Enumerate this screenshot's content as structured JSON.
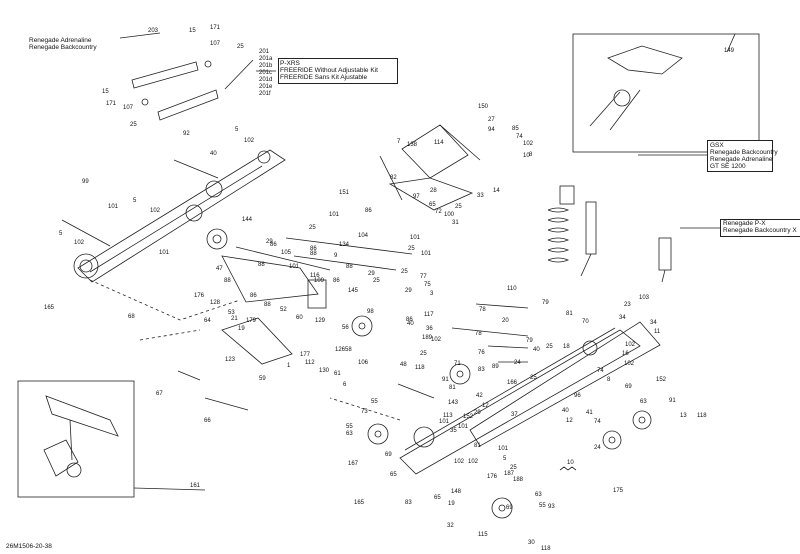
{
  "notes": {
    "top_left": [
      "Renegade Adrenaline",
      "Renegade Backcountry"
    ],
    "variants": [
      "P-XRS",
      "FREERIDE Without Adjustable Kit",
      "FREERIDE Sans Kit Ajustable"
    ],
    "variant_refs": [
      "201",
      "201a",
      "201b",
      "201c",
      "201d",
      "201e",
      "201f"
    ],
    "gsx": [
      "GSX",
      "Renegade Backcountry",
      "Renegade Adrenaline",
      "GT SE 1200"
    ],
    "right": [
      "Renegade P-X",
      "Renegade Backcountry X"
    ]
  },
  "reference_code": "26M1506-20-38",
  "callouts": [
    [
      "203",
      0.185,
      0.058
    ],
    [
      "171",
      0.262,
      0.052
    ],
    [
      "15",
      0.236,
      0.058
    ],
    [
      "107",
      0.262,
      0.081
    ],
    [
      "25",
      0.296,
      0.087
    ],
    [
      "15",
      0.127,
      0.168
    ],
    [
      "171",
      0.132,
      0.189
    ],
    [
      "107",
      0.154,
      0.197
    ],
    [
      "25",
      0.162,
      0.228
    ],
    [
      "149",
      0.905,
      0.094
    ],
    [
      "150",
      0.598,
      0.195
    ],
    [
      "7",
      0.496,
      0.258
    ],
    [
      "138",
      0.509,
      0.264
    ],
    [
      "114",
      0.543,
      0.26
    ],
    [
      "27",
      0.61,
      0.218
    ],
    [
      "94",
      0.61,
      0.236
    ],
    [
      "85",
      0.64,
      0.235
    ],
    [
      "74",
      0.645,
      0.249
    ],
    [
      "102",
      0.654,
      0.262
    ],
    [
      "10",
      0.654,
      0.283
    ],
    [
      "8",
      0.661,
      0.281
    ],
    [
      "92",
      0.229,
      0.244
    ],
    [
      "5",
      0.294,
      0.237
    ],
    [
      "102",
      0.305,
      0.256
    ],
    [
      "40",
      0.263,
      0.28
    ],
    [
      "82",
      0.488,
      0.323
    ],
    [
      "28",
      0.538,
      0.347
    ],
    [
      "97",
      0.516,
      0.357
    ],
    [
      "65",
      0.536,
      0.371
    ],
    [
      "72",
      0.544,
      0.385
    ],
    [
      "25",
      0.569,
      0.376
    ],
    [
      "100",
      0.555,
      0.39
    ],
    [
      "33",
      0.596,
      0.355
    ],
    [
      "14",
      0.616,
      0.346
    ],
    [
      "31",
      0.565,
      0.404
    ],
    [
      "99",
      0.103,
      0.331
    ],
    [
      "101",
      0.135,
      0.376
    ],
    [
      "5",
      0.166,
      0.364
    ],
    [
      "102",
      0.187,
      0.383
    ],
    [
      "5",
      0.074,
      0.424
    ],
    [
      "102",
      0.093,
      0.44
    ],
    [
      "101",
      0.199,
      0.459
    ],
    [
      "165",
      0.055,
      0.557
    ],
    [
      "68",
      0.16,
      0.574
    ],
    [
      "151",
      0.424,
      0.351
    ],
    [
      "101",
      0.411,
      0.39
    ],
    [
      "144",
      0.302,
      0.399
    ],
    [
      "86",
      0.456,
      0.383
    ],
    [
      "104",
      0.448,
      0.427
    ],
    [
      "25",
      0.386,
      0.413
    ],
    [
      "29",
      0.333,
      0.438
    ],
    [
      "86",
      0.337,
      0.444
    ],
    [
      "134",
      0.424,
      0.444
    ],
    [
      "86",
      0.388,
      0.452
    ],
    [
      "105",
      0.351,
      0.458
    ],
    [
      "88",
      0.387,
      0.461
    ],
    [
      "9",
      0.418,
      0.463
    ],
    [
      "101",
      0.513,
      0.431
    ],
    [
      "25",
      0.51,
      0.451
    ],
    [
      "101",
      0.526,
      0.461
    ],
    [
      "47",
      0.27,
      0.488
    ],
    [
      "88",
      0.322,
      0.48
    ],
    [
      "101",
      0.361,
      0.483
    ],
    [
      "88",
      0.433,
      0.483
    ],
    [
      "29",
      0.46,
      0.496
    ],
    [
      "25",
      0.466,
      0.509
    ],
    [
      "25",
      0.501,
      0.493
    ],
    [
      "77",
      0.525,
      0.501
    ],
    [
      "75",
      0.53,
      0.516
    ],
    [
      "3",
      0.538,
      0.532
    ],
    [
      "116",
      0.388,
      0.5
    ],
    [
      "109",
      0.393,
      0.509
    ],
    [
      "86",
      0.416,
      0.509
    ],
    [
      "145",
      0.435,
      0.527
    ],
    [
      "29",
      0.506,
      0.527
    ],
    [
      "176",
      0.243,
      0.537
    ],
    [
      "88",
      0.28,
      0.509
    ],
    [
      "128",
      0.262,
      0.549
    ],
    [
      "88",
      0.33,
      0.553
    ],
    [
      "86",
      0.313,
      0.537
    ],
    [
      "64",
      0.255,
      0.581
    ],
    [
      "53",
      0.285,
      0.567
    ],
    [
      "21",
      0.289,
      0.578
    ],
    [
      "19",
      0.297,
      0.595
    ],
    [
      "179",
      0.308,
      0.581
    ],
    [
      "52",
      0.35,
      0.562
    ],
    [
      "60",
      0.37,
      0.576
    ],
    [
      "129",
      0.394,
      0.581
    ],
    [
      "56",
      0.427,
      0.594
    ],
    [
      "98",
      0.459,
      0.565
    ],
    [
      "86",
      0.508,
      0.58
    ],
    [
      "117",
      0.53,
      0.57
    ],
    [
      "40",
      0.509,
      0.586
    ],
    [
      "36",
      0.533,
      0.596
    ],
    [
      "189",
      0.527,
      0.612
    ],
    [
      "102",
      0.539,
      0.615
    ],
    [
      "58",
      0.431,
      0.633
    ],
    [
      "106",
      0.448,
      0.657
    ],
    [
      "48",
      0.5,
      0.66
    ],
    [
      "25",
      0.525,
      0.64
    ],
    [
      "118",
      0.519,
      0.666
    ],
    [
      "123",
      0.281,
      0.651
    ],
    [
      "177",
      0.375,
      0.643
    ],
    [
      "126",
      0.419,
      0.634
    ],
    [
      "112",
      0.381,
      0.657
    ],
    [
      "130",
      0.399,
      0.671
    ],
    [
      "61",
      0.418,
      0.676
    ],
    [
      "1",
      0.359,
      0.662
    ],
    [
      "59",
      0.324,
      0.686
    ],
    [
      "6",
      0.429,
      0.697
    ],
    [
      "110",
      0.634,
      0.523
    ],
    [
      "79",
      0.677,
      0.549
    ],
    [
      "78",
      0.599,
      0.561
    ],
    [
      "20",
      0.628,
      0.581
    ],
    [
      "81",
      0.707,
      0.569
    ],
    [
      "70",
      0.728,
      0.583
    ],
    [
      "23",
      0.78,
      0.553
    ],
    [
      "103",
      0.799,
      0.54
    ],
    [
      "34",
      0.774,
      0.576
    ],
    [
      "34",
      0.812,
      0.584
    ],
    [
      "11",
      0.818,
      0.601
    ],
    [
      "78",
      0.594,
      0.604
    ],
    [
      "79",
      0.658,
      0.617
    ],
    [
      "40",
      0.666,
      0.634
    ],
    [
      "25",
      0.682,
      0.629
    ],
    [
      "18",
      0.704,
      0.629
    ],
    [
      "102",
      0.781,
      0.625
    ],
    [
      "16",
      0.778,
      0.64
    ],
    [
      "102",
      0.78,
      0.658
    ],
    [
      "71",
      0.567,
      0.658
    ],
    [
      "76",
      0.598,
      0.639
    ],
    [
      "91",
      0.553,
      0.688
    ],
    [
      "83",
      0.597,
      0.67
    ],
    [
      "89",
      0.615,
      0.665
    ],
    [
      "24",
      0.643,
      0.657
    ],
    [
      "25",
      0.662,
      0.684
    ],
    [
      "166",
      0.634,
      0.694
    ],
    [
      "69",
      0.781,
      0.7
    ],
    [
      "74",
      0.746,
      0.672
    ],
    [
      "8",
      0.759,
      0.687
    ],
    [
      "152",
      0.82,
      0.687
    ],
    [
      "91",
      0.836,
      0.725
    ],
    [
      "96",
      0.718,
      0.716
    ],
    [
      "63",
      0.8,
      0.727
    ],
    [
      "13",
      0.85,
      0.752
    ],
    [
      "118",
      0.871,
      0.752
    ],
    [
      "67",
      0.195,
      0.713
    ],
    [
      "55",
      0.464,
      0.727
    ],
    [
      "66",
      0.255,
      0.762
    ],
    [
      "81",
      0.561,
      0.703
    ],
    [
      "143",
      0.56,
      0.729
    ],
    [
      "42",
      0.595,
      0.717
    ],
    [
      "12",
      0.603,
      0.734
    ],
    [
      "37",
      0.639,
      0.751
    ],
    [
      "113",
      0.554,
      0.753
    ],
    [
      "152",
      0.579,
      0.755
    ],
    [
      "29",
      0.592,
      0.748
    ],
    [
      "101",
      0.549,
      0.763
    ],
    [
      "73",
      0.451,
      0.746
    ],
    [
      "101",
      0.573,
      0.773
    ],
    [
      "35",
      0.562,
      0.78
    ],
    [
      "40",
      0.702,
      0.744
    ],
    [
      "41",
      0.732,
      0.748
    ],
    [
      "12",
      0.708,
      0.762
    ],
    [
      "74",
      0.742,
      0.764
    ],
    [
      "24",
      0.742,
      0.811
    ],
    [
      "55",
      0.433,
      0.772
    ],
    [
      "63",
      0.433,
      0.785
    ],
    [
      "69",
      0.481,
      0.823
    ],
    [
      "167",
      0.435,
      0.84
    ],
    [
      "65",
      0.487,
      0.86
    ],
    [
      "81",
      0.592,
      0.806
    ],
    [
      "101",
      0.622,
      0.813
    ],
    [
      "5",
      0.629,
      0.83
    ],
    [
      "102",
      0.585,
      0.836
    ],
    [
      "25",
      0.637,
      0.847
    ],
    [
      "102",
      0.567,
      0.836
    ],
    [
      "161",
      0.237,
      0.879
    ],
    [
      "176",
      0.609,
      0.862
    ],
    [
      "187",
      0.63,
      0.857
    ],
    [
      "188",
      0.641,
      0.868
    ],
    [
      "10",
      0.709,
      0.837
    ],
    [
      "175",
      0.766,
      0.888
    ],
    [
      "148",
      0.564,
      0.889
    ],
    [
      "65",
      0.542,
      0.9
    ],
    [
      "165",
      0.442,
      0.909
    ],
    [
      "83",
      0.506,
      0.909
    ],
    [
      "19",
      0.56,
      0.912
    ],
    [
      "63",
      0.669,
      0.896
    ],
    [
      "69",
      0.632,
      0.918
    ],
    [
      "55",
      0.674,
      0.915
    ],
    [
      "93",
      0.685,
      0.917
    ],
    [
      "32",
      0.559,
      0.951
    ],
    [
      "115",
      0.597,
      0.968
    ],
    [
      "30",
      0.66,
      0.982
    ],
    [
      "118",
      0.676,
      0.996
    ]
  ]
}
